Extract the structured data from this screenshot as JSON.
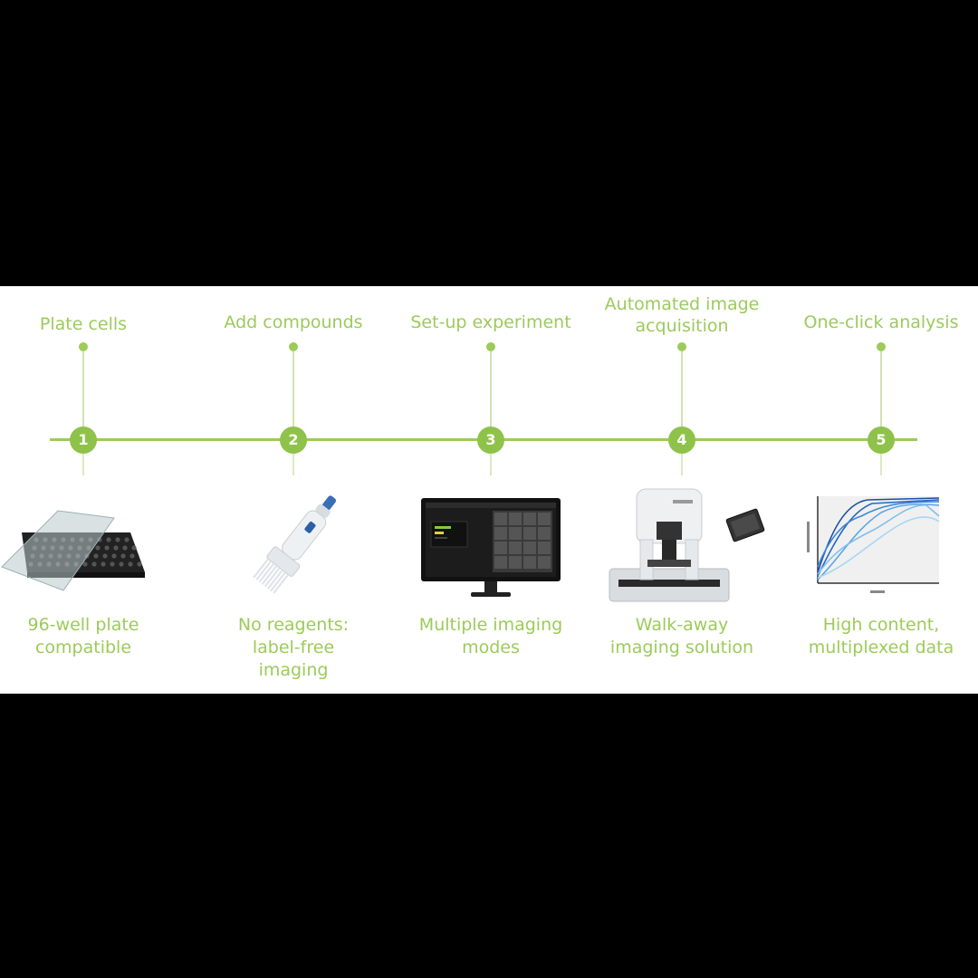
{
  "colors": {
    "accent": "#9ccb5a",
    "background": "#000000",
    "panel": "#ffffff"
  },
  "steps": [
    {
      "number": "1",
      "title": "Plate cells",
      "caption": "96-well plate\ncompatible",
      "icon": "well-plate-icon"
    },
    {
      "number": "2",
      "title": "Add compounds",
      "caption": "No reagents:\nlabel-free\nimaging",
      "icon": "pipette-icon"
    },
    {
      "number": "3",
      "title": "Set-up experiment",
      "caption": "Multiple imaging\nmodes",
      "icon": "monitor-icon"
    },
    {
      "number": "4",
      "title": "Automated image\nacquisition",
      "caption": "Walk-away\nimaging solution",
      "icon": "imaging-instrument-icon"
    },
    {
      "number": "5",
      "title": "One-click analysis",
      "caption": "High content,\nmultiplexed data",
      "icon": "line-chart-icon"
    }
  ]
}
